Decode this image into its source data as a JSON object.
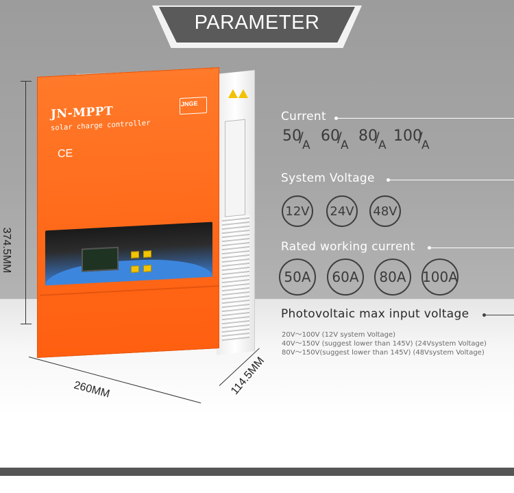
{
  "header": {
    "title": "PARAMETER"
  },
  "product": {
    "brand": "JN-MPPT",
    "subtitle": "solar charge controller",
    "logo": "JNGE",
    "cert_mark": "CE"
  },
  "dimensions": {
    "height": "374.5MM",
    "width": "260MM",
    "depth": "114.5MM"
  },
  "specs": {
    "current": {
      "label": "Current",
      "options": [
        {
          "value": "50",
          "unit": "A"
        },
        {
          "value": "60",
          "unit": "A"
        },
        {
          "value": "80",
          "unit": "A"
        },
        {
          "value": "100",
          "unit": "A"
        }
      ]
    },
    "system_voltage": {
      "label": "System Voltage",
      "options": [
        "12V",
        "24V",
        "48V"
      ]
    },
    "rated_working_current": {
      "label": "Rated working current",
      "options": [
        "50A",
        "60A",
        "80A",
        "100A"
      ]
    },
    "pv_max_input_voltage": {
      "label": "Photovoltaic max input voltage",
      "lines": [
        "20V～100V  (12V system Voltage)",
        "40V～150V (suggest lower than 145V)  (24Vsystem Voltage)",
        "80V～150V(suggest lower than 145V)  (48Vsystem Voltage)"
      ]
    }
  },
  "colors": {
    "device_orange": "#ff6a1a",
    "banner_gray": "#5a5a5a",
    "panel_blue": "#3c86de"
  }
}
